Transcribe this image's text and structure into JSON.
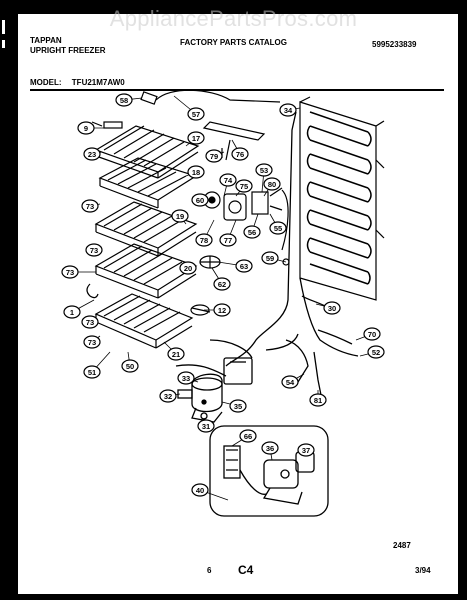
{
  "watermark": "AppliancePartsPros.com",
  "header": {
    "brand": "TAPPAN",
    "product": "UPRIGHT FREEZER",
    "catalog": "FACTORY PARTS CATALOG",
    "catalog_number": "5995233839",
    "model_label": "MODEL:",
    "model_number": "TFU21M7AW0"
  },
  "footer": {
    "code": "2487",
    "page": "6",
    "section": "C4",
    "date": "3/94"
  },
  "callouts": [
    "9",
    "23",
    "73",
    "73",
    "73",
    "73",
    "1",
    "73",
    "51",
    "50",
    "21",
    "12",
    "62",
    "63",
    "55",
    "59",
    "53",
    "80",
    "74",
    "75",
    "60",
    "78",
    "77",
    "56",
    "17",
    "18",
    "19",
    "20",
    "79",
    "76",
    "58",
    "57",
    "34",
    "30",
    "70",
    "52",
    "54",
    "81",
    "33",
    "32",
    "35",
    "31",
    "66",
    "36",
    "37",
    "40"
  ],
  "colors": {
    "ink": "#000000",
    "paper": "#ffffff",
    "background": "#000000"
  }
}
